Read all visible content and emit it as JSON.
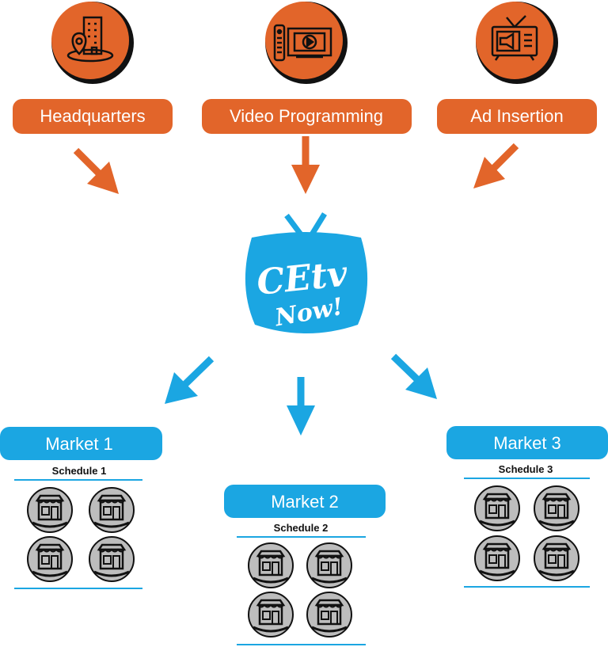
{
  "colors": {
    "orange": "#E2652A",
    "blue": "#1BA6E2",
    "store_gray": "#BDBDBD",
    "black": "#111111"
  },
  "sources": [
    {
      "label": "Headquarters",
      "icon": "headquarters-building-icon"
    },
    {
      "label": "Video Programming",
      "icon": "video-programming-icon"
    },
    {
      "label": "Ad Insertion",
      "icon": "ad-insertion-tv-icon"
    }
  ],
  "hub": {
    "logo_line1": "CEtv",
    "logo_line2": "Now!",
    "icon": "tv-logo-icon"
  },
  "markets": [
    {
      "label": "Market 1",
      "schedule": "Schedule 1",
      "store_count": 4
    },
    {
      "label": "Market 2",
      "schedule": "Schedule 2",
      "store_count": 4
    },
    {
      "label": "Market 3",
      "schedule": "Schedule 3",
      "store_count": 4
    }
  ]
}
